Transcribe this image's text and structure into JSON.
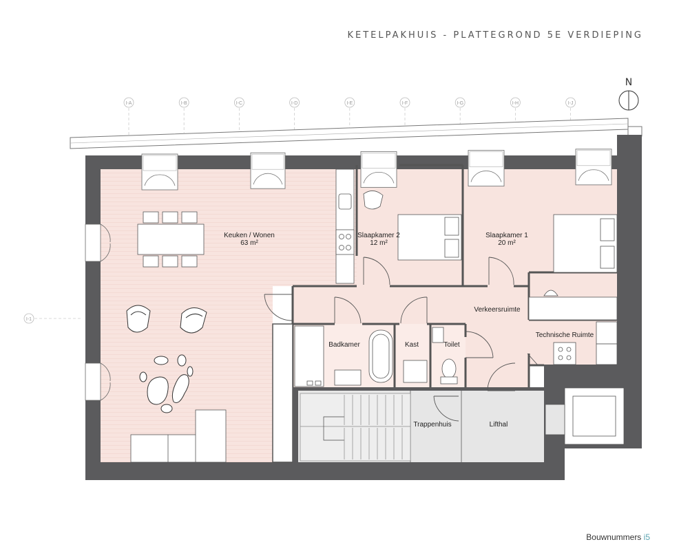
{
  "header": {
    "title": "KETELPAKHUIS - PLATTEGROND 5E VERDIEPING"
  },
  "footer": {
    "label": "Bouwnummers",
    "number": "i5"
  },
  "north_label": "N",
  "grid_columns": [
    "I-A",
    "I-B",
    "I-C",
    "I-D",
    "I-E",
    "I-F",
    "I-G",
    "I-H",
    "I-J"
  ],
  "grid_row": "I-1",
  "rooms": {
    "keuken": {
      "name": "Keuken / Wonen",
      "area": "63 m²"
    },
    "slaap2": {
      "name": "Slaapkamer 2",
      "area": "12 m²"
    },
    "slaap1": {
      "name": "Slaapkamer 1",
      "area": "20 m²"
    },
    "verkeer": {
      "name": "Verkeersruimte"
    },
    "badkamer": {
      "name": "Badkamer"
    },
    "kast": {
      "name": "Kast"
    },
    "toilet": {
      "name": "Toilet"
    },
    "techniek": {
      "name": "Technische Ruimte"
    },
    "trappenhuis": {
      "name": "Trappenhuis"
    },
    "lifthal": {
      "name": "Lifthal"
    }
  },
  "colors": {
    "floor": "#f8e4df",
    "wall": "#5b5b5d",
    "core": "#e6e6e6",
    "line": "#555555"
  }
}
